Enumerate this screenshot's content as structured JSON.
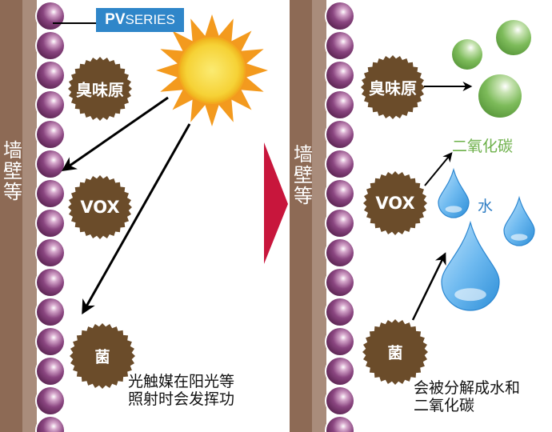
{
  "badge": {
    "bold": "PV",
    "rest": "SERIES"
  },
  "left_panel": {
    "wall_label": "墙壁等",
    "pollutants": [
      {
        "id": "odor",
        "label": "臭味原"
      },
      {
        "id": "vox",
        "label": "VOX"
      },
      {
        "id": "bacteria",
        "label": "菌"
      }
    ],
    "caption_lines": [
      "光触媒在阳光等",
      "照射时会发挥功"
    ]
  },
  "right_panel": {
    "wall_label": "墙壁等",
    "pollutants": [
      {
        "id": "odor",
        "label": "臭味原"
      },
      {
        "id": "vox",
        "label": "VOX"
      },
      {
        "id": "bacteria",
        "label": "菌"
      }
    ],
    "co2_label": "二氧化碳",
    "water_label": "水",
    "caption_lines": [
      "会被分解成水和",
      "二氧化碳"
    ]
  },
  "colors": {
    "wall_dark": "#8d6a55",
    "wall_light": "#a98c7b",
    "sphere": "#7a3a6e",
    "blob": "#6b4c2a",
    "sun_ray": "#f39a1e",
    "sun_core": "#f7d23a",
    "arrow_red": "#c8163c",
    "green": "#6db04a",
    "water": "#4aa3e0",
    "badge": "#2f86c9"
  }
}
